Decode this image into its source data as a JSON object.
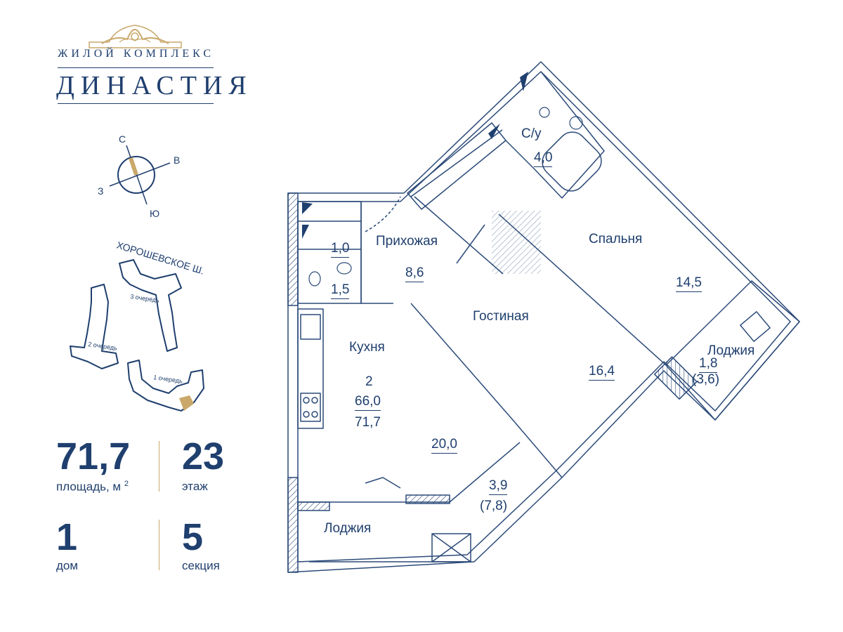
{
  "brand": {
    "subtitle": "ЖИЛОЙ КОМПЛЕКС",
    "title": "ДИНАСТИЯ"
  },
  "compass": {
    "n": "С",
    "e": "В",
    "s": "Ю",
    "w": "З"
  },
  "site_plan": {
    "street": "ХОРОШЕВСКОЕ Ш.",
    "queues": [
      "3 очередь",
      "2 очередь",
      "1 очередь"
    ]
  },
  "stats": {
    "area_value": "71,7",
    "area_label": "площадь, м",
    "area_sup": "2",
    "floor_value": "23",
    "floor_label": "этаж",
    "building_value": "1",
    "building_label": "дом",
    "section_value": "5",
    "section_label": "секция"
  },
  "rooms": {
    "bathroom": {
      "name": "С/у",
      "area": "4,0"
    },
    "wc_top": {
      "area": "1,0"
    },
    "wc_bottom": {
      "area": "1,5"
    },
    "hall": {
      "name": "Прихожая",
      "area": "8,6"
    },
    "bedroom": {
      "name": "Спальня",
      "area": "14,5"
    },
    "living": {
      "name": "Гостиная",
      "area": "16,4"
    },
    "kitchen": {
      "name": "Кухня",
      "area": "20,0"
    },
    "summary": {
      "rooms": "2",
      "living_area": "66,0",
      "total_area": "71,7"
    },
    "loggia_right": {
      "name": "Лоджия",
      "area": "1,8",
      "area_full": "(3,6)"
    },
    "loggia_bottom": {
      "name": "Лоджия",
      "area": "3,9",
      "area_full": "(7,8)"
    }
  },
  "colors": {
    "primary": "#1f3f6e",
    "accent": "#c9a86a",
    "plan_line": "#2b4a78"
  }
}
